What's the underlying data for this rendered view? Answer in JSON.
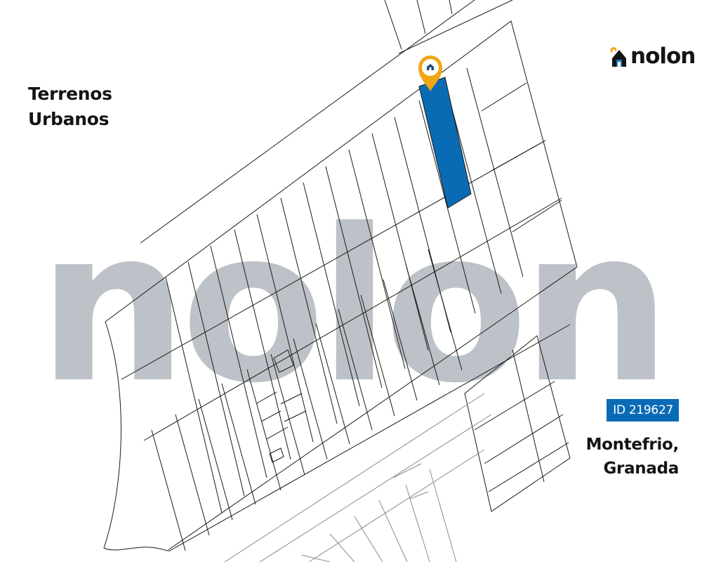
{
  "category": {
    "line1": "Terrenos",
    "line2": "Urbanos"
  },
  "brand": {
    "name": "nolon",
    "watermark": "nolon",
    "icon": "house-roof-icon"
  },
  "listing": {
    "id_label": "ID 219627"
  },
  "location": {
    "line1": "Montefrio,",
    "line2": "Granada"
  },
  "marker": {
    "icon": "location-pin-house-icon"
  },
  "colors": {
    "highlight_parcel": "#0a6bb5",
    "badge_bg": "#0a6bb5",
    "marker_ring": "#f2a516",
    "watermark": "#b5bcc2",
    "parcel_lines": "#1a1a1a",
    "text": "#141414"
  }
}
